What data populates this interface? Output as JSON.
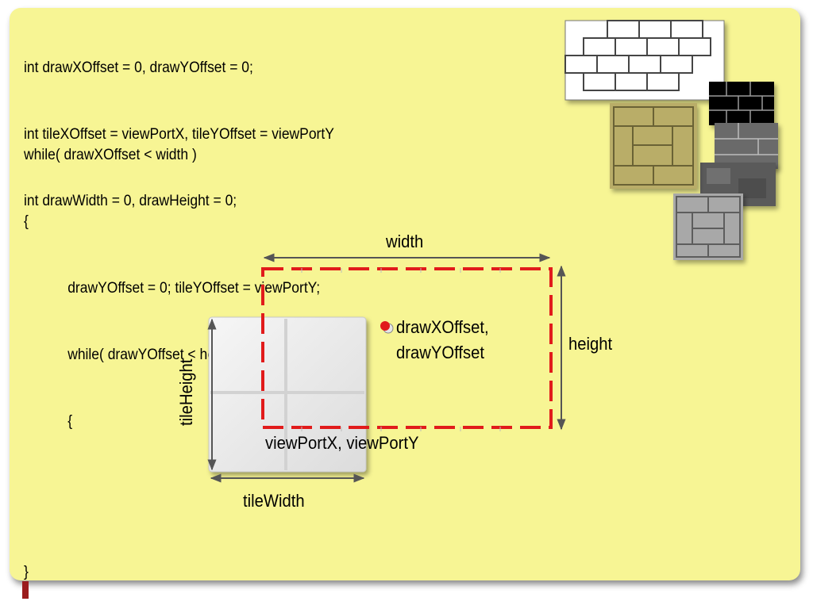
{
  "code": {
    "lines_top": [
      "int drawXOffset = 0, drawYOffset = 0;",
      "int tileXOffset = viewPortX, tileYOffset = viewPortY",
      "int drawWidth = 0, drawHeight = 0;"
    ],
    "lines_loop": [
      "while( drawXOffset < width )",
      "{",
      "\tdrawYOffset = 0; tileYOffset = viewPortY;",
      "\twhile( drawYOffset < height )",
      "\t{"
    ],
    "closing_brace": "}"
  },
  "diagram": {
    "width_label": "width",
    "height_label": "height",
    "offset_label_line1": "drawXOffset,",
    "offset_label_line2": "drawYOffset",
    "viewport_label": "viewPortX, viewPortY",
    "tile_height_label": "tileHeight",
    "tile_width_label": "tileWidth"
  },
  "colors": {
    "background": "#f7f594",
    "dashed_rect": "#e11b1b",
    "marker": "#e11b1b",
    "accent_bar": "#9b1c1c"
  }
}
